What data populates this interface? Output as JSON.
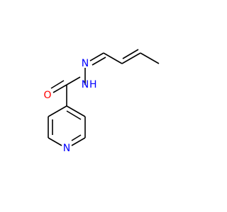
{
  "molecule": {
    "atoms": [
      {
        "id": "o",
        "symbol": "O",
        "color": "#ff0000"
      },
      {
        "id": "n-amide",
        "symbol": "N",
        "h": "H",
        "color": "#0000ff"
      },
      {
        "id": "n-imine",
        "symbol": "N",
        "color": "#0000ff"
      },
      {
        "id": "n-pyridine",
        "symbol": "N",
        "color": "#0000ff"
      }
    ],
    "bond_color": "#000000"
  }
}
